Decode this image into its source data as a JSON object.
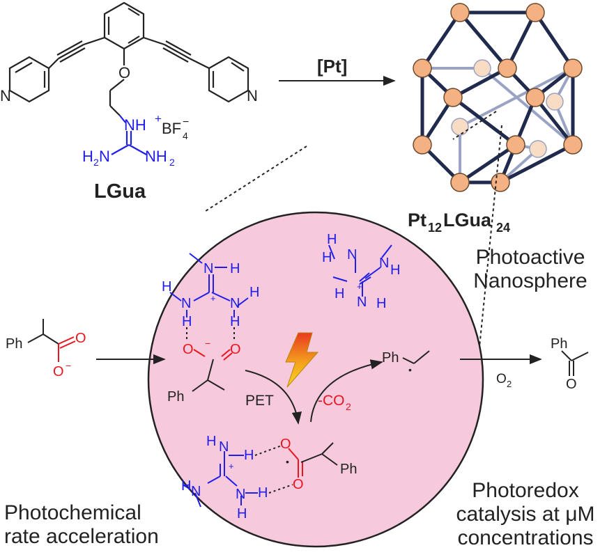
{
  "ligand": {
    "name": "LGua",
    "atom_N": "N",
    "atom_O": "O",
    "guanidinium_NH": "NH",
    "charge_plus": "+",
    "counterion": "BF",
    "counterion_sub": "4",
    "counterion_charge": "−",
    "amine_H2N": "H",
    "amine_NH2": "NH",
    "sub_2": "2"
  },
  "reaction": {
    "reagent": "[Pt]",
    "oxidant": "O",
    "oxidant_sub": "2",
    "co2_label": "-CO",
    "co2_sub": "2",
    "pet_label": "PET"
  },
  "cage": {
    "name_pt": "Pt",
    "name_pt_sub": "12",
    "name_lgua": "LGua",
    "name_lgua_sub": "24",
    "colors": {
      "node": "#F4B183",
      "edge": "#1F2A4D",
      "back_edge": "#9AA3C4"
    }
  },
  "substrate": {
    "ph": "Ph",
    "o": "O",
    "o_minus": "O"
  },
  "product": {
    "ph": "Ph",
    "o": "O"
  },
  "radical": {
    "ph": "Ph"
  },
  "sphere_atoms": {
    "N": "N",
    "H": "H",
    "O": "O",
    "Ph": "Ph",
    "plus": "+",
    "minus": "−",
    "dot": "•"
  },
  "captions": {
    "photoactive_1": "Photoactive",
    "photoactive_2": "Nanosphere",
    "photochemical_1": "Photochemical",
    "photochemical_2": "rate acceleration",
    "photoredox_1": "Photoredox",
    "photoredox_2": "catalysis at μM",
    "photoredox_3": "concentrations"
  },
  "colors": {
    "blue": "#1E1EE8",
    "red": "#E8141E",
    "sphere_fill": "#F6C9DC",
    "ink": "#222222"
  }
}
